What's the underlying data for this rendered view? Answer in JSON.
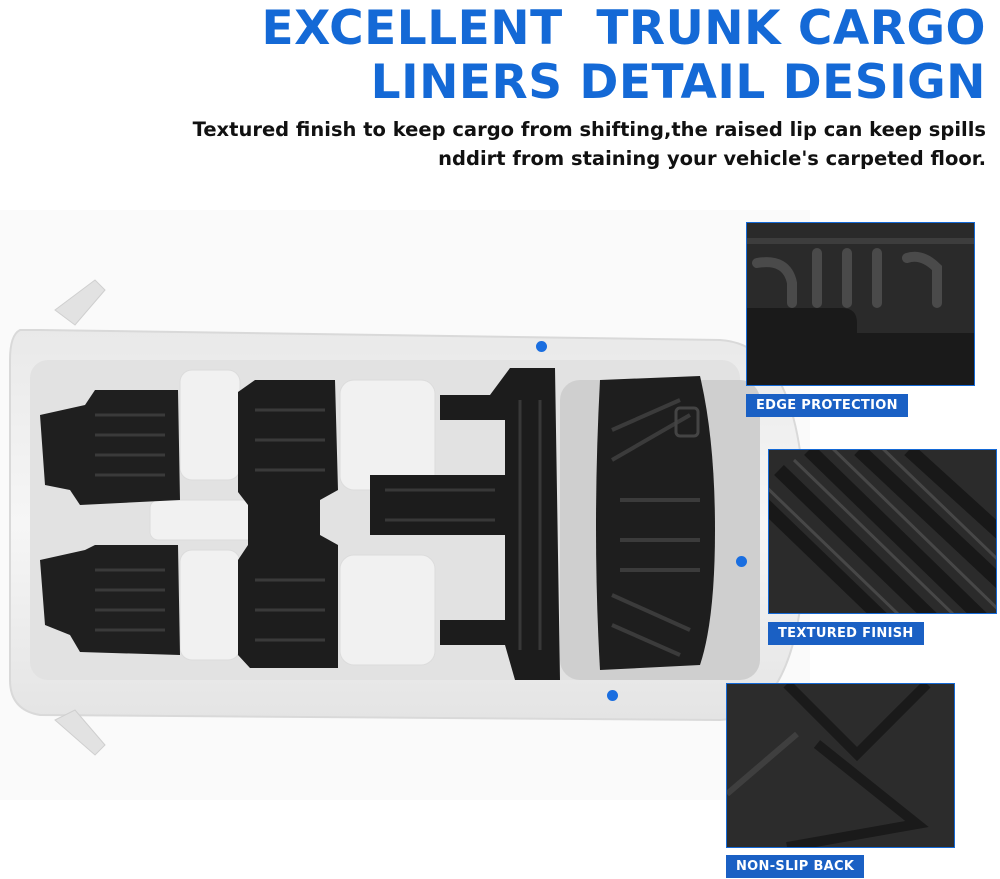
{
  "headline": {
    "line1": "EXCELLENT  TRUNK CARGO",
    "line2": "LINERS DETAIL DESIGN"
  },
  "subhead": {
    "line1": "Textured finish to keep cargo from shifting,the raised lip can keep spills",
    "line2": "nddirt from staining your vehicle's carpeted floor."
  },
  "features": [
    {
      "label": "EDGE PROTECTION"
    },
    {
      "label": "TEXTURED FINISH"
    },
    {
      "label": "NON-SLIP BACK"
    }
  ],
  "colors": {
    "accent": "#1469d6",
    "badge": "#1a60c4",
    "liner": "#1f1f1f"
  }
}
